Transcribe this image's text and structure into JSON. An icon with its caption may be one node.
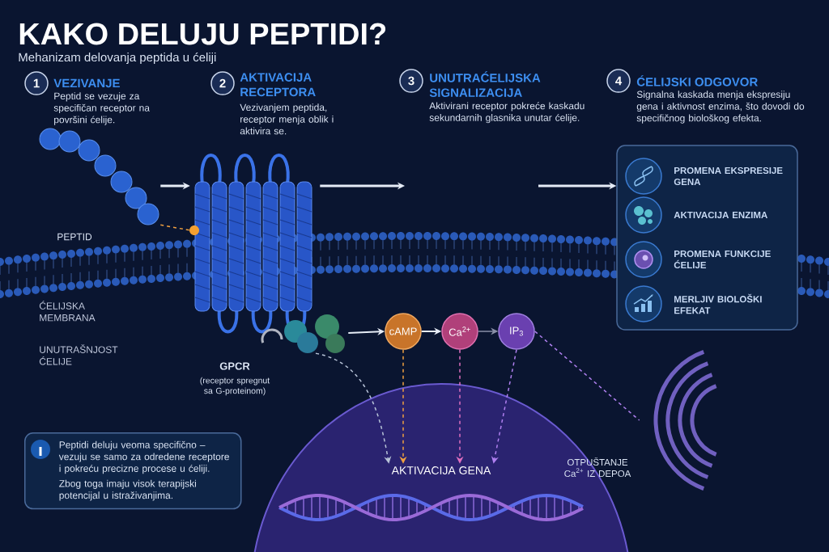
{
  "diagram": {
    "title": "KAKO DELUJU PEPTIDI?",
    "nodes": [
      {
        "text": [],
        "shape": "picture",
        "beside": [
          "PEPTID"
        ]
      },
      {
        "text": [],
        "shape": "picture",
        "beside": [
          "GPCR",
          "(receptor spregnut sa G-proteinom)"
        ]
      },
      {
        "text": [],
        "shape": "picture"
      },
      {
        "text": [
          "cAMP"
        ]
      },
      {
        "text": [
          "Ca$^{2+}$"
        ]
      },
      {
        "text": [
          "IP$_{3}$"
        ]
      },
      {
        "text": [],
        "shape": "box"
      },
      {
        "text": [
          "PROMENA EKSPRESIJE GENA"
        ],
        "in": 6
      },
      {
        "text": [
          "AKTIVACIJA ENZIMA"
        ],
        "in": 6
      },
      {
        "text": [
          "PROMENA FUNKCIJE ĆELIJE"
        ],
        "in": 6
      },
      {
        "text": [
          "MERLJIV BIOLOŠKI EFEKAT"
        ],
        "in": 6
      },
      {
        "text": [
          "AKTIVACIJA GENA"
        ]
      },
      {
        "text": [],
        "shape": "picture",
        "beside": [
          "OTPUŠTANJE Ca$^{2+}$ IZ DEPOA"
        ]
      },
      {
        "text": [
          "Peptidi deluju veoma specifično – vezuju se samo za odredene receptore i pokreću precizne procese u ćeliji.",
          "Zbog toga imaju visok terapijski potencijal u istraživanjima."
        ]
      }
    ],
    "edges": [
      {
        "from": 0,
        "to": 1,
        "arrow": "to"
      },
      {
        "from": 0,
        "to": 1,
        "arrow": "none",
        "style": "dashed",
        "color": "#f0a040"
      },
      {
        "from": 1,
        "to": null,
        "arrow": "to"
      },
      {
        "from": null,
        "to": 6,
        "arrow": "to"
      },
      {
        "from": 2,
        "to": 3,
        "arrow": "to"
      },
      {
        "from": 3,
        "to": 4,
        "arrow": "to"
      },
      {
        "from": 4,
        "to": 5,
        "arrow": "to",
        "color": "#8a90a8"
      },
      {
        "from": 2,
        "to": 11,
        "arrow": "to",
        "style": "dashed",
        "color": "#b8c4d8"
      },
      {
        "from": 3,
        "to": 11,
        "arrow": "to",
        "style": "dashed",
        "color": "#f0a040"
      },
      {
        "from": 4,
        "to": 11,
        "arrow": "to",
        "style": "dashed",
        "color": "#e070c0"
      },
      {
        "from": 5,
        "to": 11,
        "arrow": "to",
        "style": "dashed",
        "color": "#b080f0"
      },
      {
        "from": 5,
        "to": 12,
        "arrow": "none",
        "style": "dashed",
        "color": "#b080f0"
      }
    ],
    "labels": [
      "Mehanizam delovanja peptida u ćeliji",
      "1",
      "VEZIVANJE",
      "Peptid se vezuje za specifičan receptor na površini ćelije.",
      "2",
      "AKTIVACIJA RECEPTORA",
      "Vezivanjem peptida, receptor menja oblik i aktivira se.",
      "3",
      "UNUTRAĆELIJSKA SIGNALIZACIJA",
      "Aktivirani receptor pokreće kaskadu sekundarnih glasnika unutar ćelije.",
      "4",
      "ĆELIJSKI ODGOVOR",
      "Signalna kaskada menja ekspresiju gena i aktivnost enzima, što dovodi do specifičnog biološkog efekta.",
      "ĆELIJSKA MEMBRANA",
      "UNUTRAŠNJOST ĆELIJE"
    ]
  }
}
